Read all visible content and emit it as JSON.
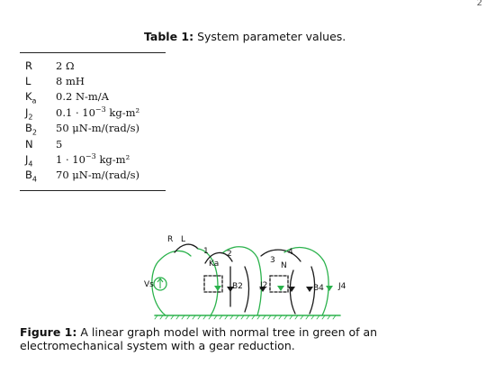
{
  "corner_mark": "2",
  "table": {
    "caption_label": "Table 1:",
    "caption_text": " System parameter values.",
    "rows": [
      {
        "symbol": "R",
        "sub": "",
        "value": "2 Ω",
        "exp": "",
        "tail": ""
      },
      {
        "symbol": "L",
        "sub": "",
        "value": "8 mH",
        "exp": "",
        "tail": ""
      },
      {
        "symbol": "K",
        "sub": "a",
        "value": "0.2 N-m/A",
        "exp": "",
        "tail": ""
      },
      {
        "symbol": "J",
        "sub": "2",
        "value": "0.1 · 10",
        "exp": "−3",
        "tail": " kg-m²"
      },
      {
        "symbol": "B",
        "sub": "2",
        "value": "50 μN-m/(rad/s)",
        "exp": "",
        "tail": ""
      },
      {
        "symbol": "N",
        "sub": "",
        "value": "5",
        "exp": "",
        "tail": ""
      },
      {
        "symbol": "J",
        "sub": "4",
        "value": "1 · 10",
        "exp": "−3",
        "tail": " kg-m²"
      },
      {
        "symbol": "B",
        "sub": "4",
        "value": "70 μN-m/(rad/s)",
        "exp": "",
        "tail": ""
      }
    ]
  },
  "figure": {
    "caption_label": "Figure 1:",
    "caption_text": " A linear graph model with normal tree in green of an electromechanical system with a gear reduction.",
    "labels": {
      "source": "Vs",
      "r": "R",
      "l": "L",
      "ka": "Ka",
      "b2": "B2",
      "j2": "J2",
      "n": "N",
      "b4": "B4",
      "j4": "J4",
      "node1": "1",
      "node2": "2",
      "node3": "3",
      "node4": "4"
    },
    "colors": {
      "tree": "#2bb24c",
      "link": "#1a1a1a",
      "ground": "#2bb24c"
    }
  }
}
